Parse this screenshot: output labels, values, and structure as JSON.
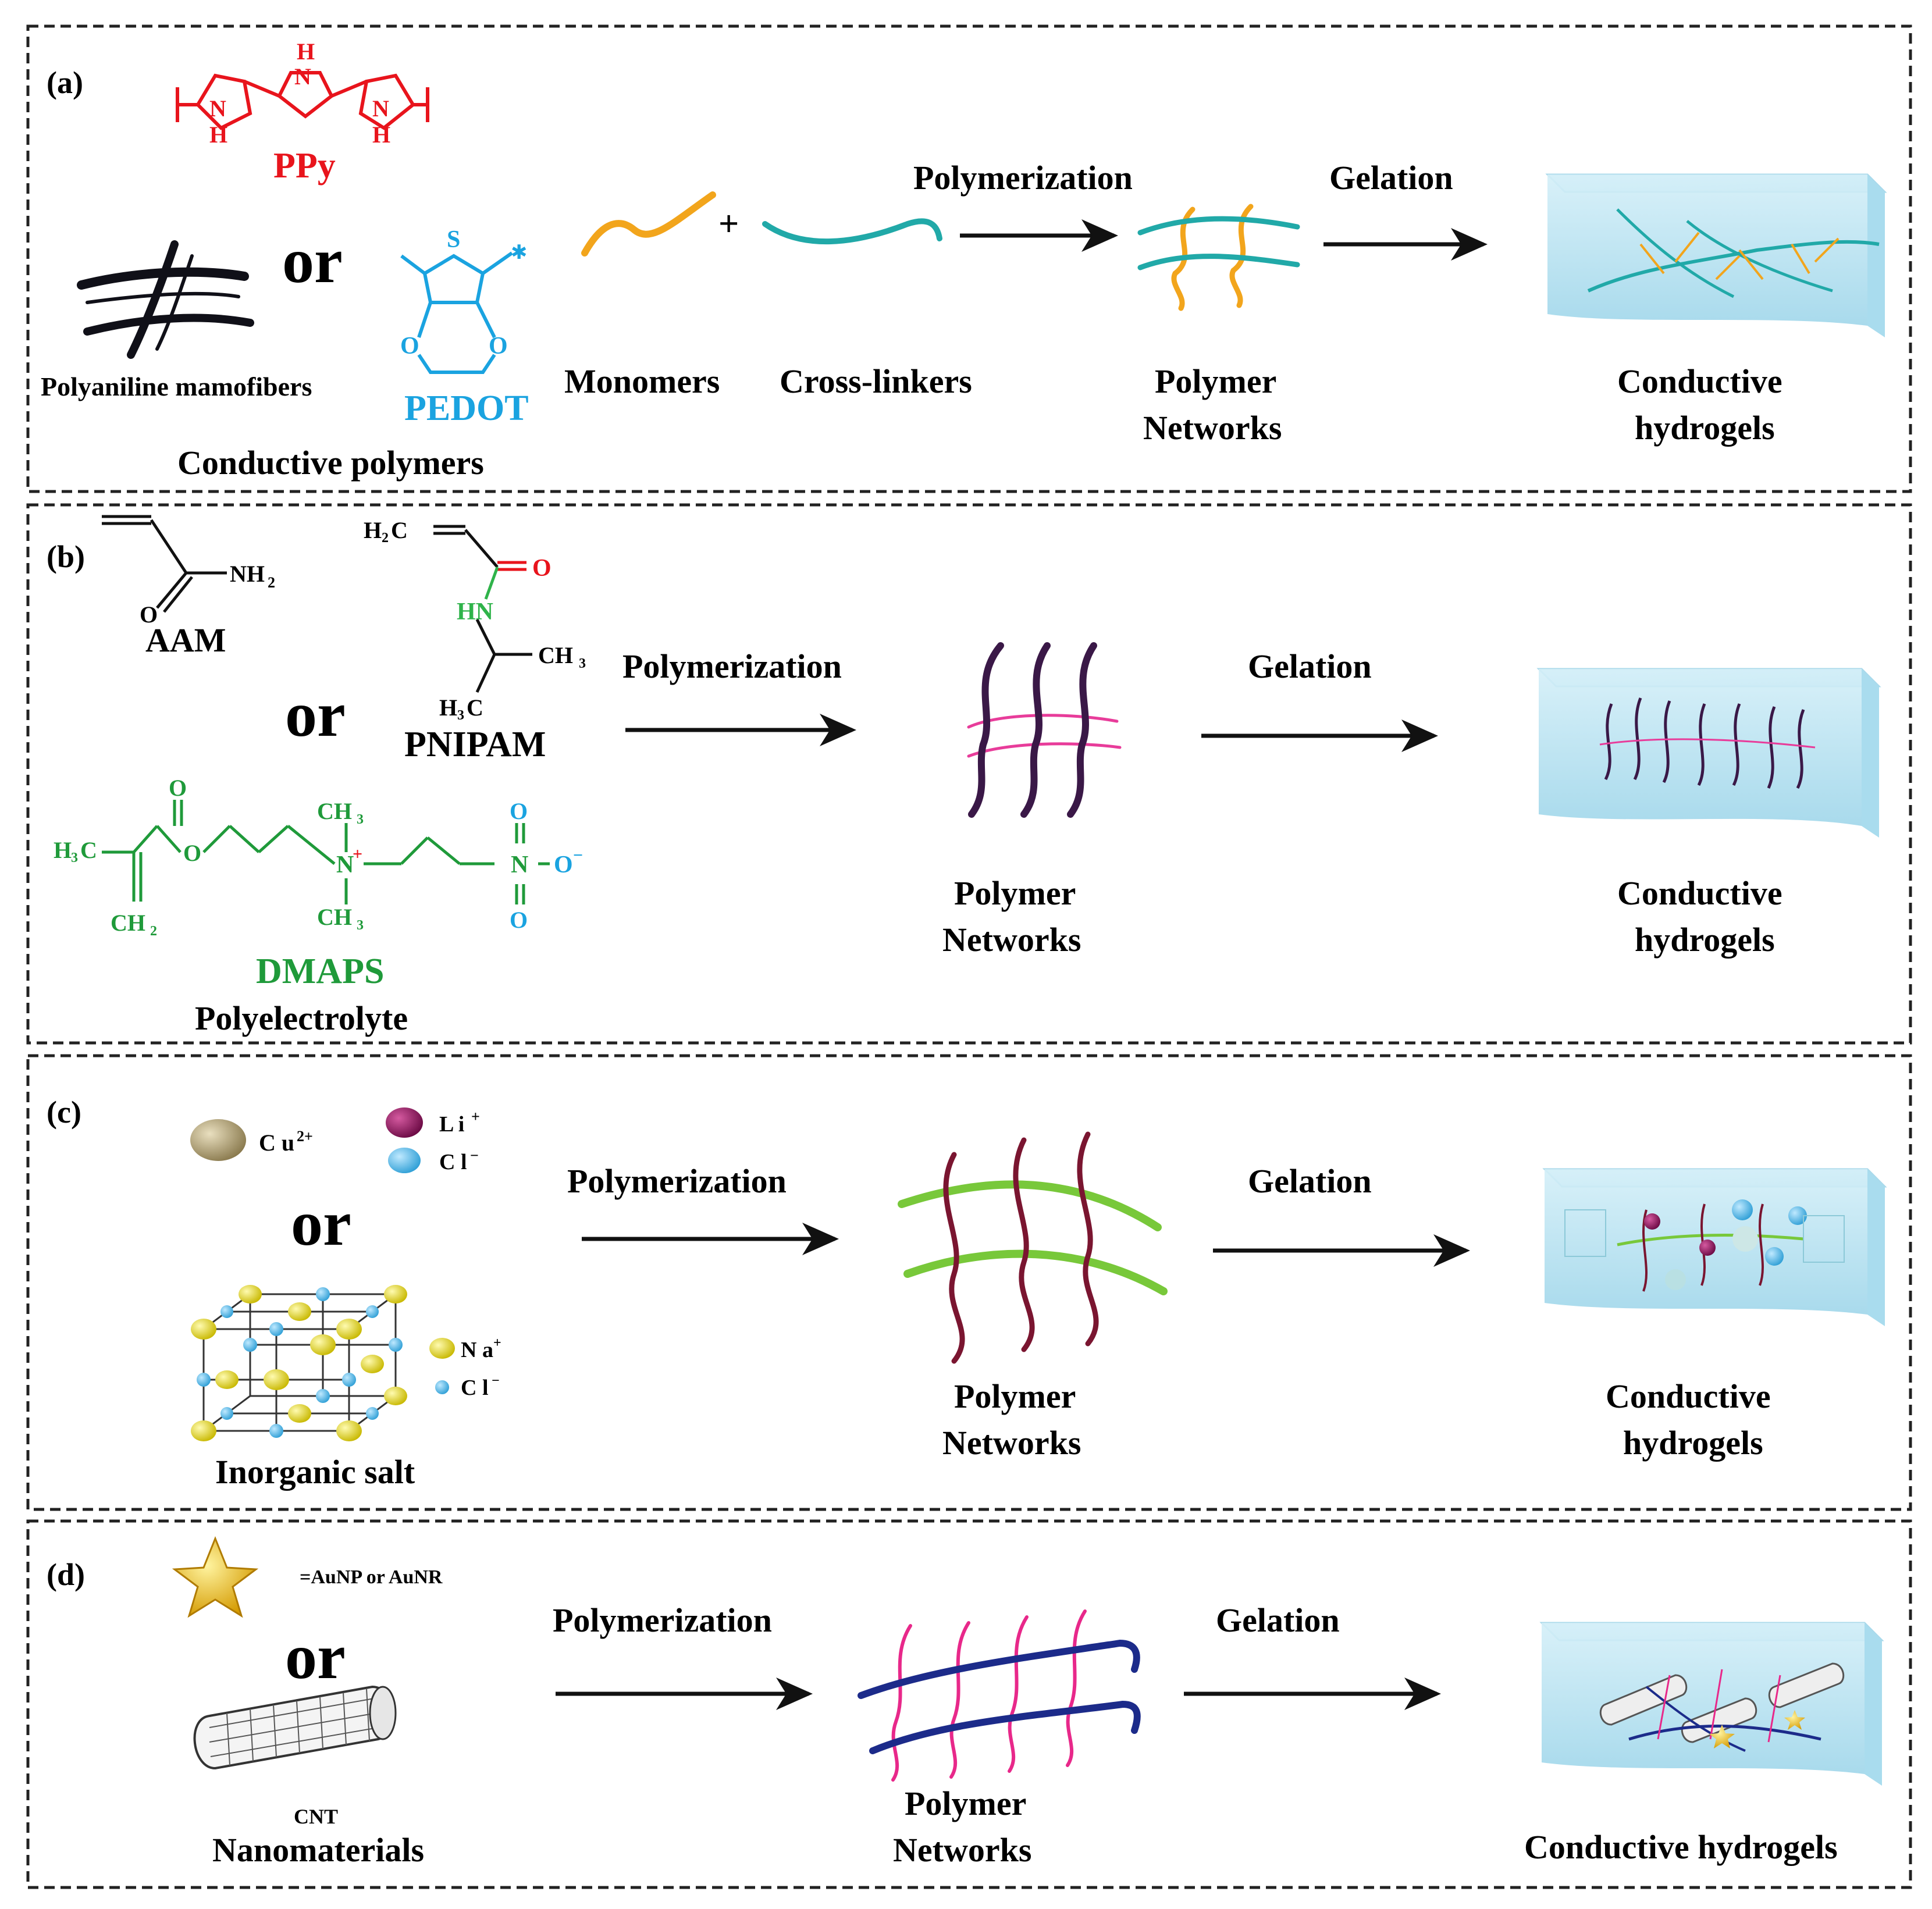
{
  "colors": {
    "ppy": "#e8141c",
    "pedot": "#1aa3e0",
    "dmaps": "#1f9a3a",
    "pnipam_hn": "#2fb34a",
    "pnipam_o": "#e8141c",
    "monomer": "#f2a51c",
    "crosslinker": "#21a9a8",
    "hydrogel": "#bfe6f2",
    "panel_border": "#222222"
  },
  "panels": [
    {
      "id": "a",
      "tag": "(a)",
      "ppy_label": "PPy",
      "ppy_h_top": "H",
      "ppy_n_top": "N",
      "ppy_n_left": "N",
      "ppy_h_left": "H",
      "ppy_n_right": "N",
      "ppy_h_right": "H",
      "pedot_label": "PEDOT",
      "pedot_s": "S",
      "pedot_o1": "O",
      "pedot_o2": "O",
      "or": "or",
      "fibers_label": "Polyaniline mamofibers",
      "source_label": "Conductive polymers",
      "plus": "+",
      "monomers_label": "Monomers",
      "crosslinkers_label": "Cross-linkers",
      "step1": "Polymerization",
      "step2": "Gelation",
      "network_line1": "Polymer",
      "network_line2": "Networks",
      "result_line1": "Conductive",
      "result_line2": "hydrogels"
    },
    {
      "id": "b",
      "tag": "(b)",
      "aam_label": "AAM",
      "aam_nh2": "NH",
      "aam_nh2_sub": "2",
      "aam_o": "O",
      "or": "or",
      "pnipam_label": "PNIPAM",
      "pnipam_h2c": "H",
      "pnipam_h2c_sub": "2",
      "pnipam_h2c_c": "C",
      "pnipam_o": "O",
      "pnipam_hn": "HN",
      "pnipam_ch3": "CH",
      "pnipam_ch3_sub": "3",
      "pnipam_h3c": "H",
      "pnipam_h3c_sub": "3",
      "pnipam_h3c_c": "C",
      "dmaps_label": "DMAPS",
      "dmaps_h3c": "H",
      "dmaps_h3c_sub": "3",
      "dmaps_h3c_c": "C",
      "dmaps_ch2": "CH",
      "dmaps_ch2_sub": "2",
      "dmaps_o_top": "O",
      "dmaps_o_mid": "O",
      "dmaps_ch3_top": "CH",
      "dmaps_ch3_top_sub": "3",
      "dmaps_ch3_bot": "CH",
      "dmaps_ch3_bot_sub": "3",
      "dmaps_n": "N",
      "dmaps_n_charge": "+",
      "dmaps_no2_n": "N",
      "dmaps_no2_o_top": "O",
      "dmaps_no2_o_bot": "O",
      "dmaps_no2_o_minus": "O",
      "dmaps_no2_charge": "−",
      "source_label": "Polyelectrolyte",
      "step1": "Polymerization",
      "step2": "Gelation",
      "network_line1": "Polymer",
      "network_line2": "Networks",
      "result_line1": "Conductive",
      "result_line2": "hydrogels"
    },
    {
      "id": "c",
      "tag": "(c)",
      "cu_label": "C u",
      "cu_charge": "2+",
      "li_label": "L i",
      "li_charge": "+",
      "cl_label": "C l",
      "cl_charge": "−",
      "or": "or",
      "na_label": "N a",
      "na_charge": "+",
      "cl2_label": "C l",
      "cl2_charge": "−",
      "source_label": "Inorganic salt",
      "step1": "Polymerization",
      "step2": "Gelation",
      "network_line1": "Polymer",
      "network_line2": "Networks",
      "result_line1": "Conductive",
      "result_line2": "hydrogels"
    },
    {
      "id": "d",
      "tag": "(d)",
      "star_legend": "=AuNP or AuNR",
      "or": "or",
      "cnt_label": "CNT",
      "source_label": "Nanomaterials",
      "step1": "Polymerization",
      "step2": "Gelation",
      "network_line1": "Polymer",
      "network_line2": "Networks",
      "result_line1": "Conductive hydrogels"
    }
  ]
}
